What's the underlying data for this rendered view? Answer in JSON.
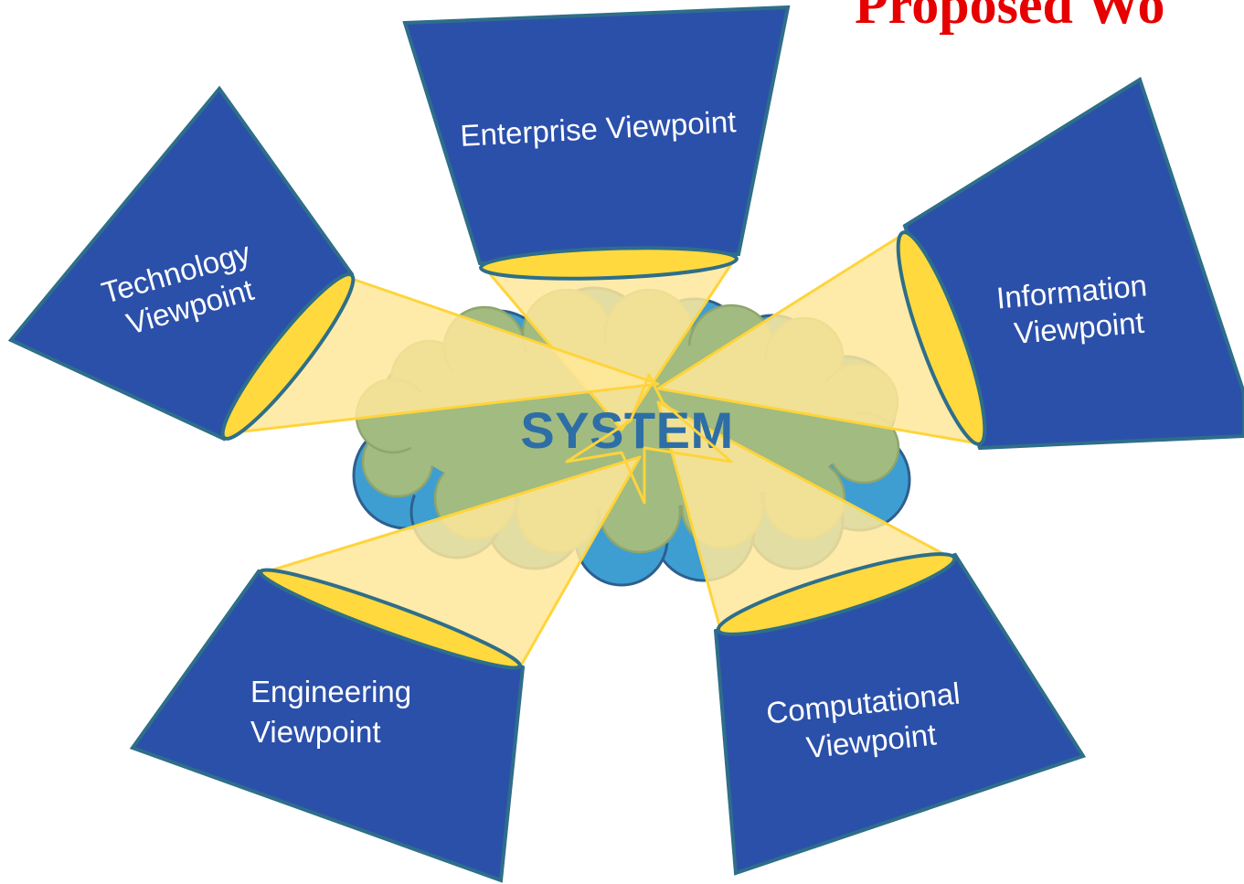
{
  "slide": {
    "title_fragment": "Proposed Wo",
    "center_label": "SYSTEM",
    "viewpoints": [
      {
        "key": "enterprise",
        "lines": [
          "Enterprise Viewpoint"
        ]
      },
      {
        "key": "technology",
        "lines": [
          "Technology",
          "Viewpoint"
        ]
      },
      {
        "key": "information",
        "lines": [
          "Information",
          "Viewpoint"
        ]
      },
      {
        "key": "engineering",
        "lines": [
          "Engineering",
          "Viewpoint"
        ]
      },
      {
        "key": "computational",
        "lines": [
          "Computational",
          "Viewpoint"
        ]
      }
    ]
  },
  "colors": {
    "camera_body": "#2B50AA",
    "camera_outline": "#2E6E8A",
    "lens": "#FFD93D",
    "beam": "#FFE89A",
    "cloud_outer": "#3E9ED1",
    "cloud_inner": "#A2BB80",
    "system_text": "#2E6EA6",
    "title_text": "#E60000"
  }
}
